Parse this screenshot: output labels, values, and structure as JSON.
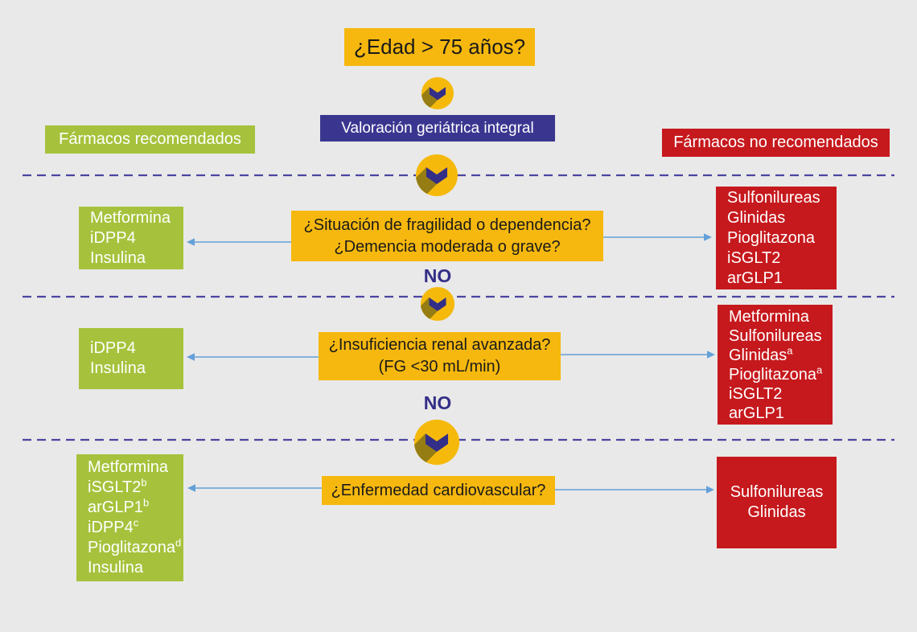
{
  "colors": {
    "background": "#E9E9E9",
    "box_yellow": "#F6B80E",
    "box_green": "#A6C23C",
    "box_red": "#C6191D",
    "box_indigo": "#3A3690",
    "question_text": "#1A1A1A",
    "no_label": "#332E87",
    "divider": "#4B45A0",
    "arrow": "#64A0D8",
    "circle_yellow": "#F5B90C",
    "chevron": "#332E87",
    "chevron_shadow": "#957D13"
  },
  "title": "¿Edad > 75 años?",
  "assessment_label": "Valoración geriátrica integral",
  "column_headers": {
    "recommended": "Fármacos recomendados",
    "not_recommended": "Fármacos no recomendados"
  },
  "sections": [
    {
      "question_lines": [
        "¿Situación de fragilidad o dependencia?",
        "¿Demencia moderada o grave?"
      ],
      "no_label": "NO",
      "recommended": [
        {
          "text": "Metformina"
        },
        {
          "text": "iDPP4"
        },
        {
          "text": "Insulina"
        }
      ],
      "not_recommended": [
        {
          "text": "Sulfonilureas"
        },
        {
          "text": "Glinidas"
        },
        {
          "text": "Pioglitazona"
        },
        {
          "text": "iSGLT2"
        },
        {
          "text": "arGLP1"
        }
      ]
    },
    {
      "question_lines": [
        "¿Insuficiencia renal avanzada?",
        "(FG <30 mL/min)"
      ],
      "no_label": "NO",
      "recommended": [
        {
          "text": "iDPP4"
        },
        {
          "text": "Insulina"
        }
      ],
      "not_recommended": [
        {
          "text": "Metformina"
        },
        {
          "text": "Sulfonilureas"
        },
        {
          "text": "Glinidas",
          "sup": "a"
        },
        {
          "text": "Pioglitazona",
          "sup": "a"
        },
        {
          "text": "iSGLT2"
        },
        {
          "text": "arGLP1"
        }
      ]
    },
    {
      "question_lines": [
        "¿Enfermedad cardiovascular?"
      ],
      "no_label": null,
      "recommended": [
        {
          "text": "Metformina"
        },
        {
          "text": "iSGLT2",
          "sup": "b"
        },
        {
          "text": "arGLP1",
          "sup": "b"
        },
        {
          "text": "iDPP4",
          "sup": "c"
        },
        {
          "text": "Pioglitazona",
          "sup": "d"
        },
        {
          "text": "Insulina"
        }
      ],
      "not_recommended": [
        {
          "text": "Sulfonilureas"
        },
        {
          "text": "Glinidas"
        }
      ]
    }
  ]
}
